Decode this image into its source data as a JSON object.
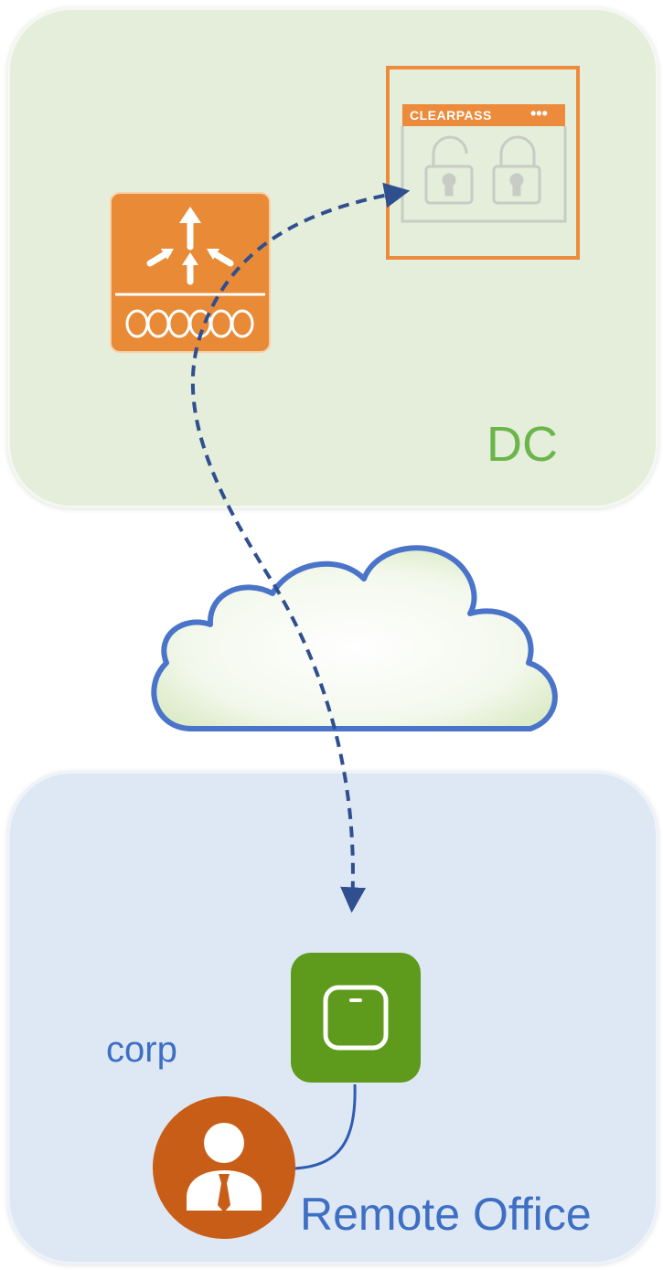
{
  "zones": {
    "dc": {
      "label": "DC"
    },
    "remote": {
      "label": "Remote Office"
    }
  },
  "labels": {
    "corp": "corp"
  },
  "devices": {
    "clearpass": {
      "title": "CLEARPASS",
      "dots": "•••"
    }
  },
  "colors": {
    "dc_fill": "#e4eedb",
    "remote_fill": "#dde8f4",
    "gateway_orange": "#e98a37",
    "clearpass_orange": "#ed8b3d",
    "ap_green": "#5e9a1b",
    "user_orange": "#c85d17",
    "path_blue": "#2f4f8f",
    "cloud_blue": "#4a74c9",
    "dc_text": "#6bb54a",
    "remote_text": "#3e6fc4"
  },
  "icons": [
    "gateway-icon",
    "clearpass-icon",
    "padlock-icon",
    "cloud-icon",
    "access-point-icon",
    "user-icon"
  ]
}
